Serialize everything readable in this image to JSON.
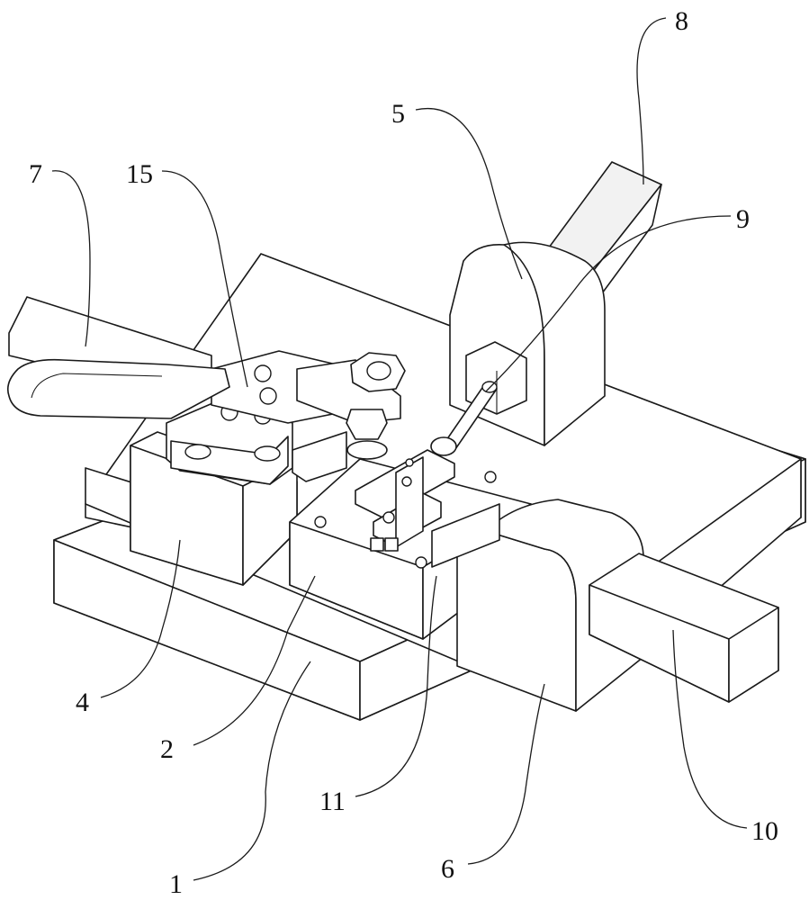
{
  "figure": {
    "title": "Clamping fixture assembly, isometric view",
    "labels": {
      "base_plate": "1",
      "center_block": "2",
      "left_support": "4",
      "rear_guide_block": "5",
      "front_guide_block": "6",
      "toggle_handle": "7",
      "rear_slide_bar": "8",
      "push_rod": "9",
      "front_slide_bar": "10",
      "positioning_plate": "11",
      "clamp_linkage": "15"
    }
  }
}
